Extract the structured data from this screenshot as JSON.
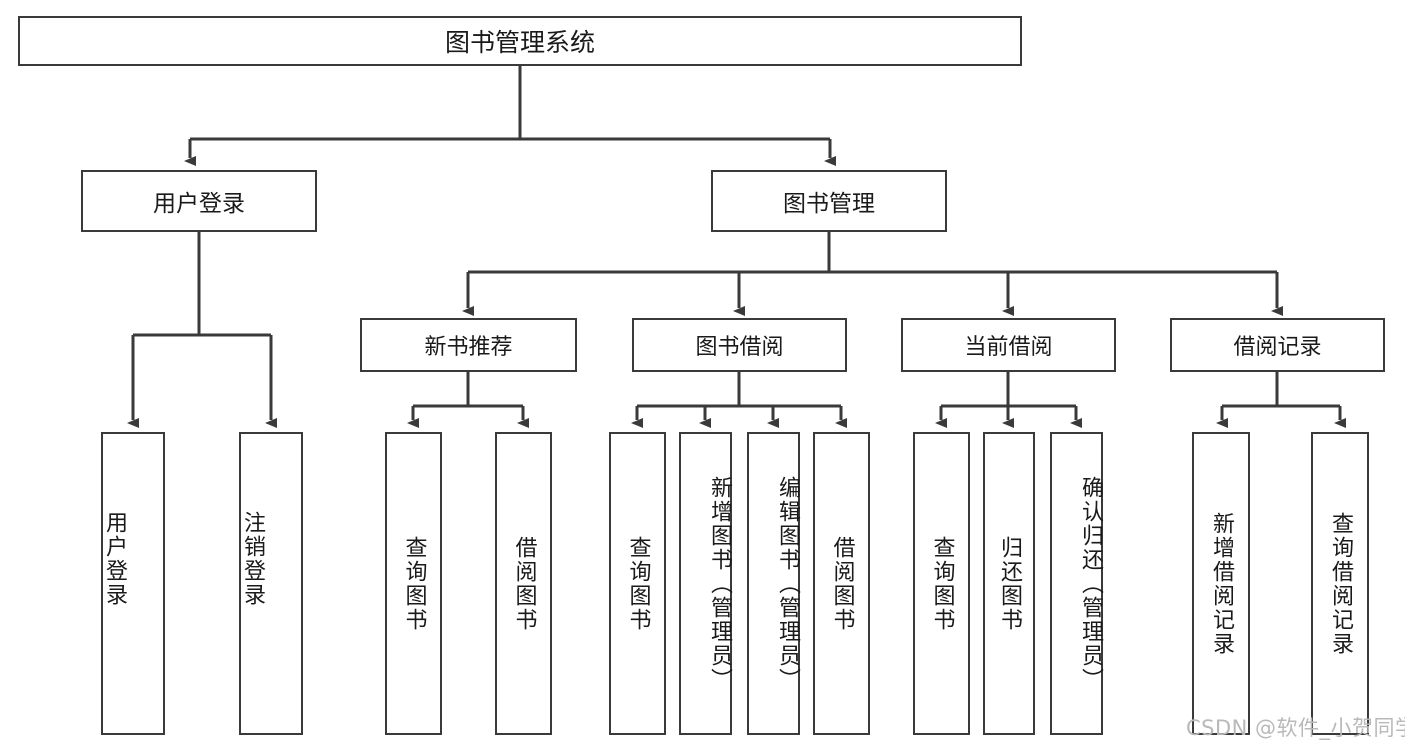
{
  "diagram": {
    "title": "图书管理系统",
    "type": "tree",
    "root": {
      "label": "图书管理系统"
    },
    "level2": [
      {
        "label": "用户登录"
      },
      {
        "label": "图书管理"
      }
    ],
    "level3": [
      {
        "label": "新书推荐"
      },
      {
        "label": "图书借阅"
      },
      {
        "label": "当前借阅"
      },
      {
        "label": "借阅记录"
      }
    ],
    "leaves": {
      "user_login": [
        {
          "label": "用户登录"
        },
        {
          "label": "注销登录"
        }
      ],
      "new_book_recommend": [
        {
          "label": "查询图书"
        },
        {
          "label": "借阅图书"
        }
      ],
      "book_borrow": [
        {
          "label": "查询图书"
        },
        {
          "label": "新增图书（管理员）"
        },
        {
          "label": "编辑图书（管理员）"
        },
        {
          "label": "借阅图书"
        }
      ],
      "current_borrow": [
        {
          "label": "查询图书"
        },
        {
          "label": "归还图书"
        },
        {
          "label": "确认归还（管理员）"
        }
      ],
      "borrow_record": [
        {
          "label": "新增借阅记录"
        },
        {
          "label": "查询借阅记录"
        }
      ]
    }
  },
  "watermark": {
    "text": "CSDN @软件_小贺同学"
  },
  "colors": {
    "stroke": "#3a3a3a",
    "background": "#ffffff",
    "text": "#1a1a1a",
    "watermark": "#b9b9b9"
  }
}
